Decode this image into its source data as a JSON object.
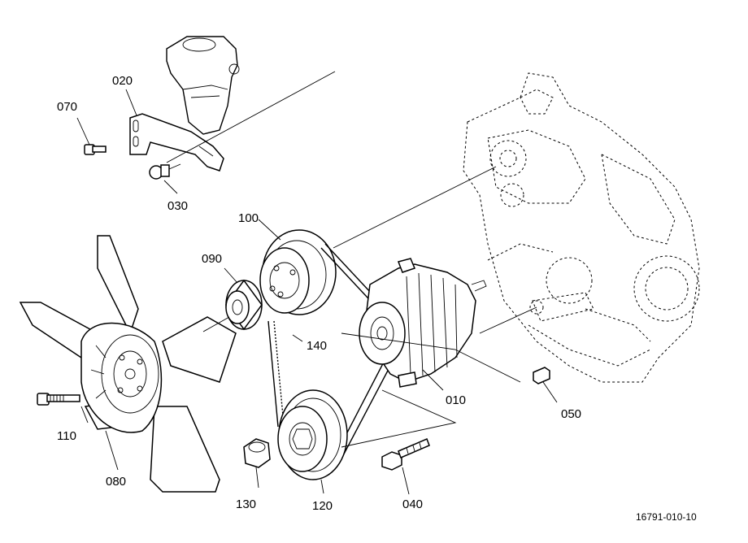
{
  "callouts": {
    "c010": "010",
    "c020": "020",
    "c030": "030",
    "c040": "040",
    "c050": "050",
    "c070": "070",
    "c080": "080",
    "c090": "090",
    "c100": "100",
    "c110": "110",
    "c120": "120",
    "c130": "130",
    "c140": "140"
  },
  "figure_code": "16791-010-10",
  "colors": {
    "ink": "#000000",
    "paper": "#ffffff"
  }
}
